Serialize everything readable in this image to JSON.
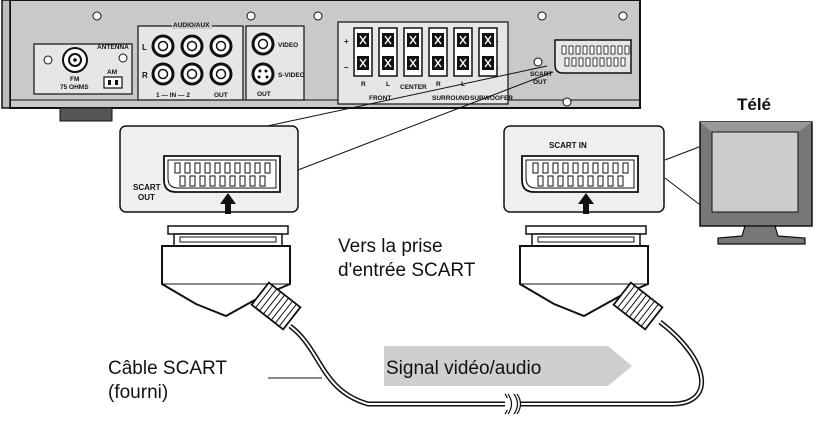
{
  "device": {
    "antenna_label": "ANTENNA",
    "fm_label": "FM",
    "fm_ohms": "75 OHMS",
    "am_label": "AM",
    "audio_aux_label": "AUDIO/AUX",
    "l_label": "L",
    "r_label": "R",
    "in_label": "1 — IN — 2",
    "out_label": "OUT",
    "video_label": "VIDEO",
    "svideo_label": "S-VIDEO",
    "svideo_out_label": "OUT",
    "speaker_r": "R",
    "speaker_l": "L",
    "front_label": "FRONT",
    "center_label": "CENTER",
    "surround_label": "SURROUND",
    "subwoofer_label": "SUBWOOFER",
    "plus_label": "+",
    "minus_label": "–",
    "scart_out_line1": "SCART",
    "scart_out_line2": "OUT"
  },
  "callout_left": {
    "line1": "SCART",
    "line2": "OUT"
  },
  "callout_right": {
    "title": "SCART IN"
  },
  "tv": {
    "label": "Télé"
  },
  "labels": {
    "vers_line1": "Vers la prise",
    "vers_line2": "d'entrée SCART",
    "cable_line1": "Câble SCART",
    "cable_line2": "(fourni)",
    "signal": "Signal vidéo/audio"
  },
  "colors": {
    "device_body": "#c9c9c9",
    "panel": "#e6e6e6",
    "callout_bg": "#efefef",
    "signal_arrow": "#cfcfcf",
    "tv_frame": "#777777",
    "tv_screen": "#cccccc",
    "line": "#111111"
  }
}
